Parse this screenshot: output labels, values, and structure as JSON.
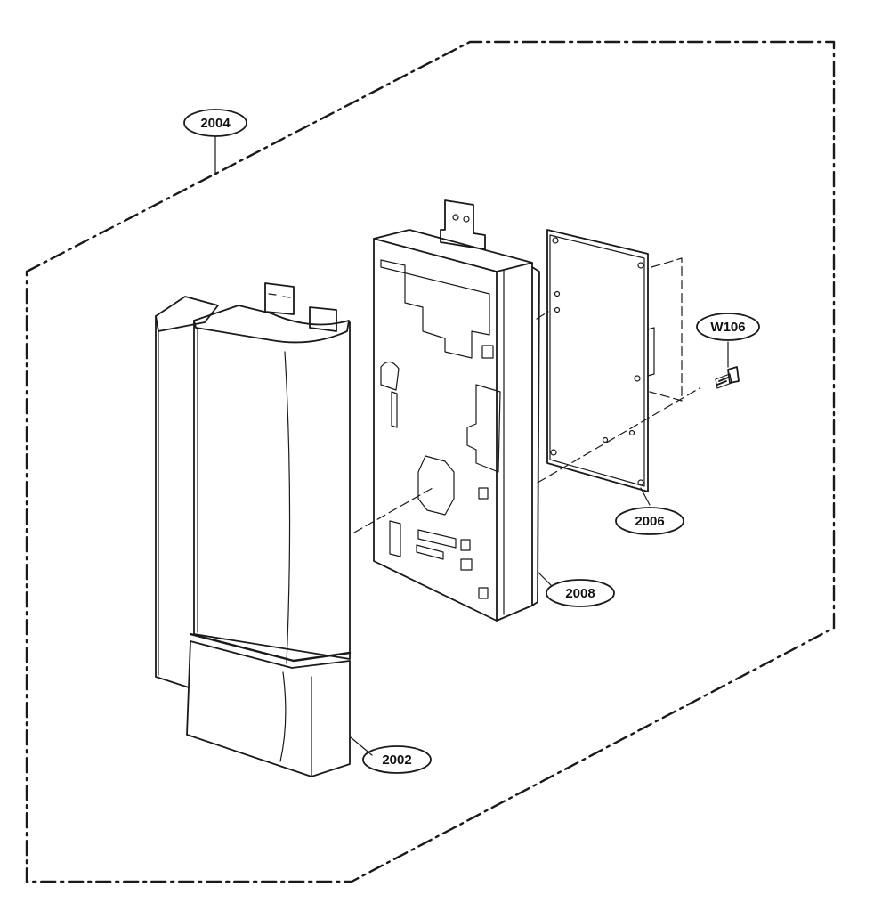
{
  "callouts": {
    "frame_assembly": "2004",
    "front_cover": "2002",
    "pcb": "2006",
    "bracket": "2008",
    "screw": "W106"
  },
  "colors": {
    "ink": "#1a1a1a",
    "background": "#ffffff",
    "shade": "#d8d8d8"
  }
}
